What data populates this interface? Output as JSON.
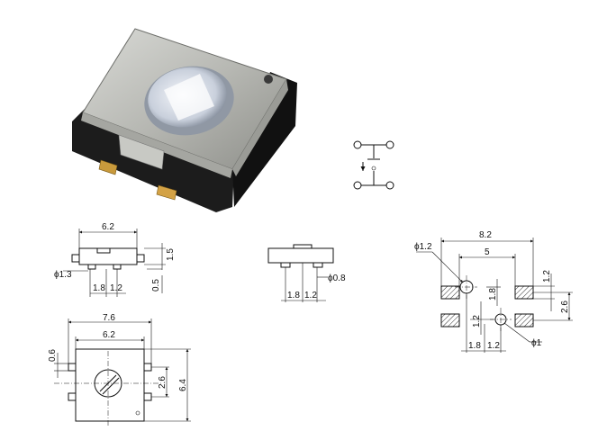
{
  "photo": {
    "description_icon": "tact-switch-photo-icon"
  },
  "schematic": {
    "icon": "switch-schematic-icon"
  },
  "side_view": {
    "width_label": "6.2",
    "height_label": "1.5",
    "pin_dia_label": "ϕ1.3",
    "pitch_a_label": "1.8",
    "pitch_b_label": "1.2",
    "lead_label": "0.5"
  },
  "front_view": {
    "hole_label": "ϕ0.8",
    "pitch_a_label": "1.8",
    "pitch_b_label": "1.2"
  },
  "top_view": {
    "outer_label": "7.6",
    "inner_label": "6.2",
    "pin_w_label": "0.6",
    "pin_pitch_label": "2.6",
    "height_label": "6.4"
  },
  "pcb_layout": {
    "width_label": "8.2",
    "inner_label": "5",
    "hole1_label": "ϕ1.2",
    "hole2_label": "ϕ1",
    "pad_label": "1.2",
    "pitch_label": "2.6",
    "v18_label": "1.8",
    "v12_label": "1.2",
    "h18_label": "1.8",
    "h12_label": "1.2"
  }
}
